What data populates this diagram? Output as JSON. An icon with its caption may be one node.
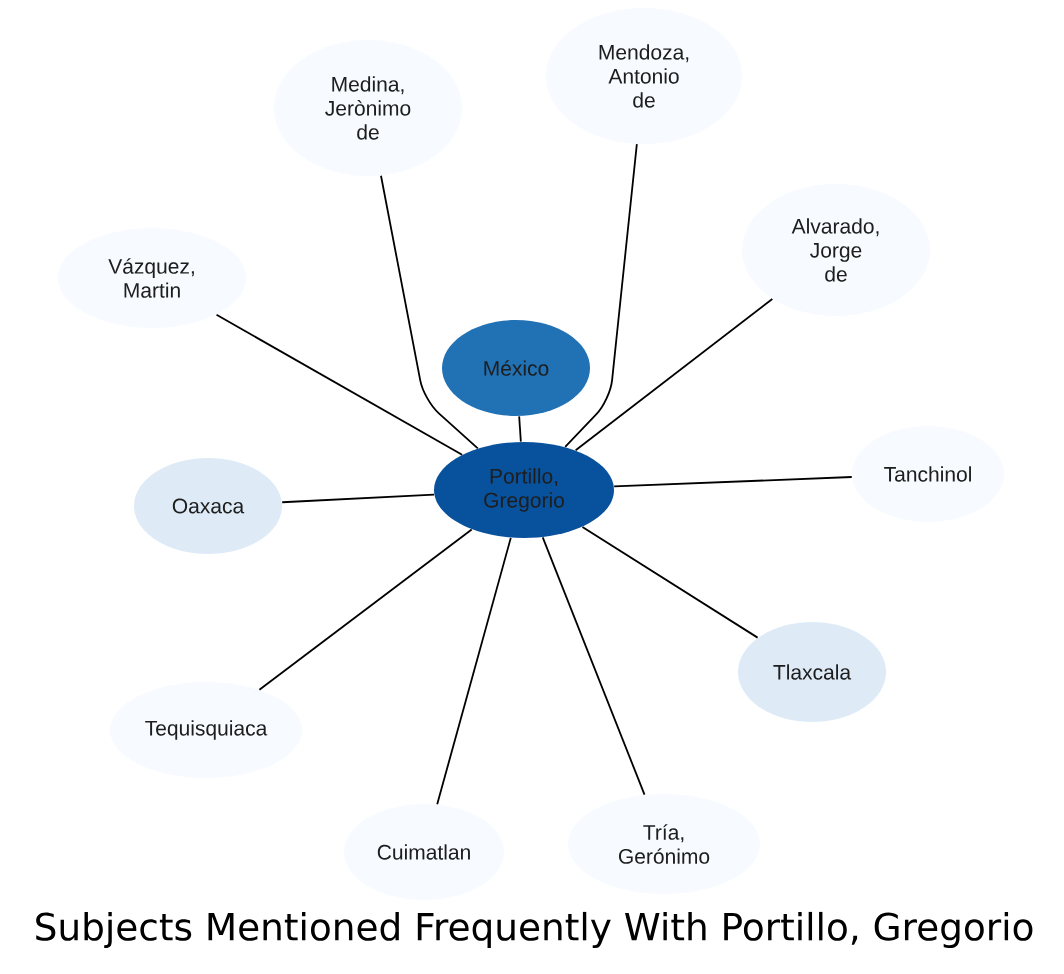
{
  "diagram": {
    "title": "Subjects Mentioned Frequently With Portillo, Gregorio",
    "nodes": [
      {
        "text": [
          "Medina, Jerònimo de"
        ]
      },
      {
        "text": [
          "Mendoza, Antonio de"
        ]
      },
      {
        "text": [
          "Vázquez, Martin"
        ]
      },
      {
        "text": [
          "Alvarado, Jorge de"
        ]
      },
      {
        "text": [
          "México"
        ]
      },
      {
        "text": [
          "Tanchinol"
        ]
      },
      {
        "text": [
          "Oaxaca"
        ]
      },
      {
        "text": [
          "Portillo, Gregorio"
        ]
      },
      {
        "text": [
          "Tlaxcala"
        ]
      },
      {
        "text": [
          "Tequisquiaca"
        ]
      },
      {
        "text": [
          "Cuimatlan"
        ]
      },
      {
        "text": [
          "Tría, Gerónimo"
        ]
      }
    ],
    "edges": [
      {
        "from": 7,
        "to": 0,
        "arrow": "none"
      },
      {
        "from": 7,
        "to": 1,
        "arrow": "none"
      },
      {
        "from": 7,
        "to": 2,
        "arrow": "none"
      },
      {
        "from": 7,
        "to": 3,
        "arrow": "none"
      },
      {
        "from": 7,
        "to": 4,
        "arrow": "none"
      },
      {
        "from": 7,
        "to": 5,
        "arrow": "none"
      },
      {
        "from": 7,
        "to": 6,
        "arrow": "none"
      },
      {
        "from": 7,
        "to": 8,
        "arrow": "none"
      },
      {
        "from": 7,
        "to": 9,
        "arrow": "none"
      },
      {
        "from": 7,
        "to": 10,
        "arrow": "none"
      },
      {
        "from": 7,
        "to": 11,
        "arrow": "none"
      }
    ]
  }
}
